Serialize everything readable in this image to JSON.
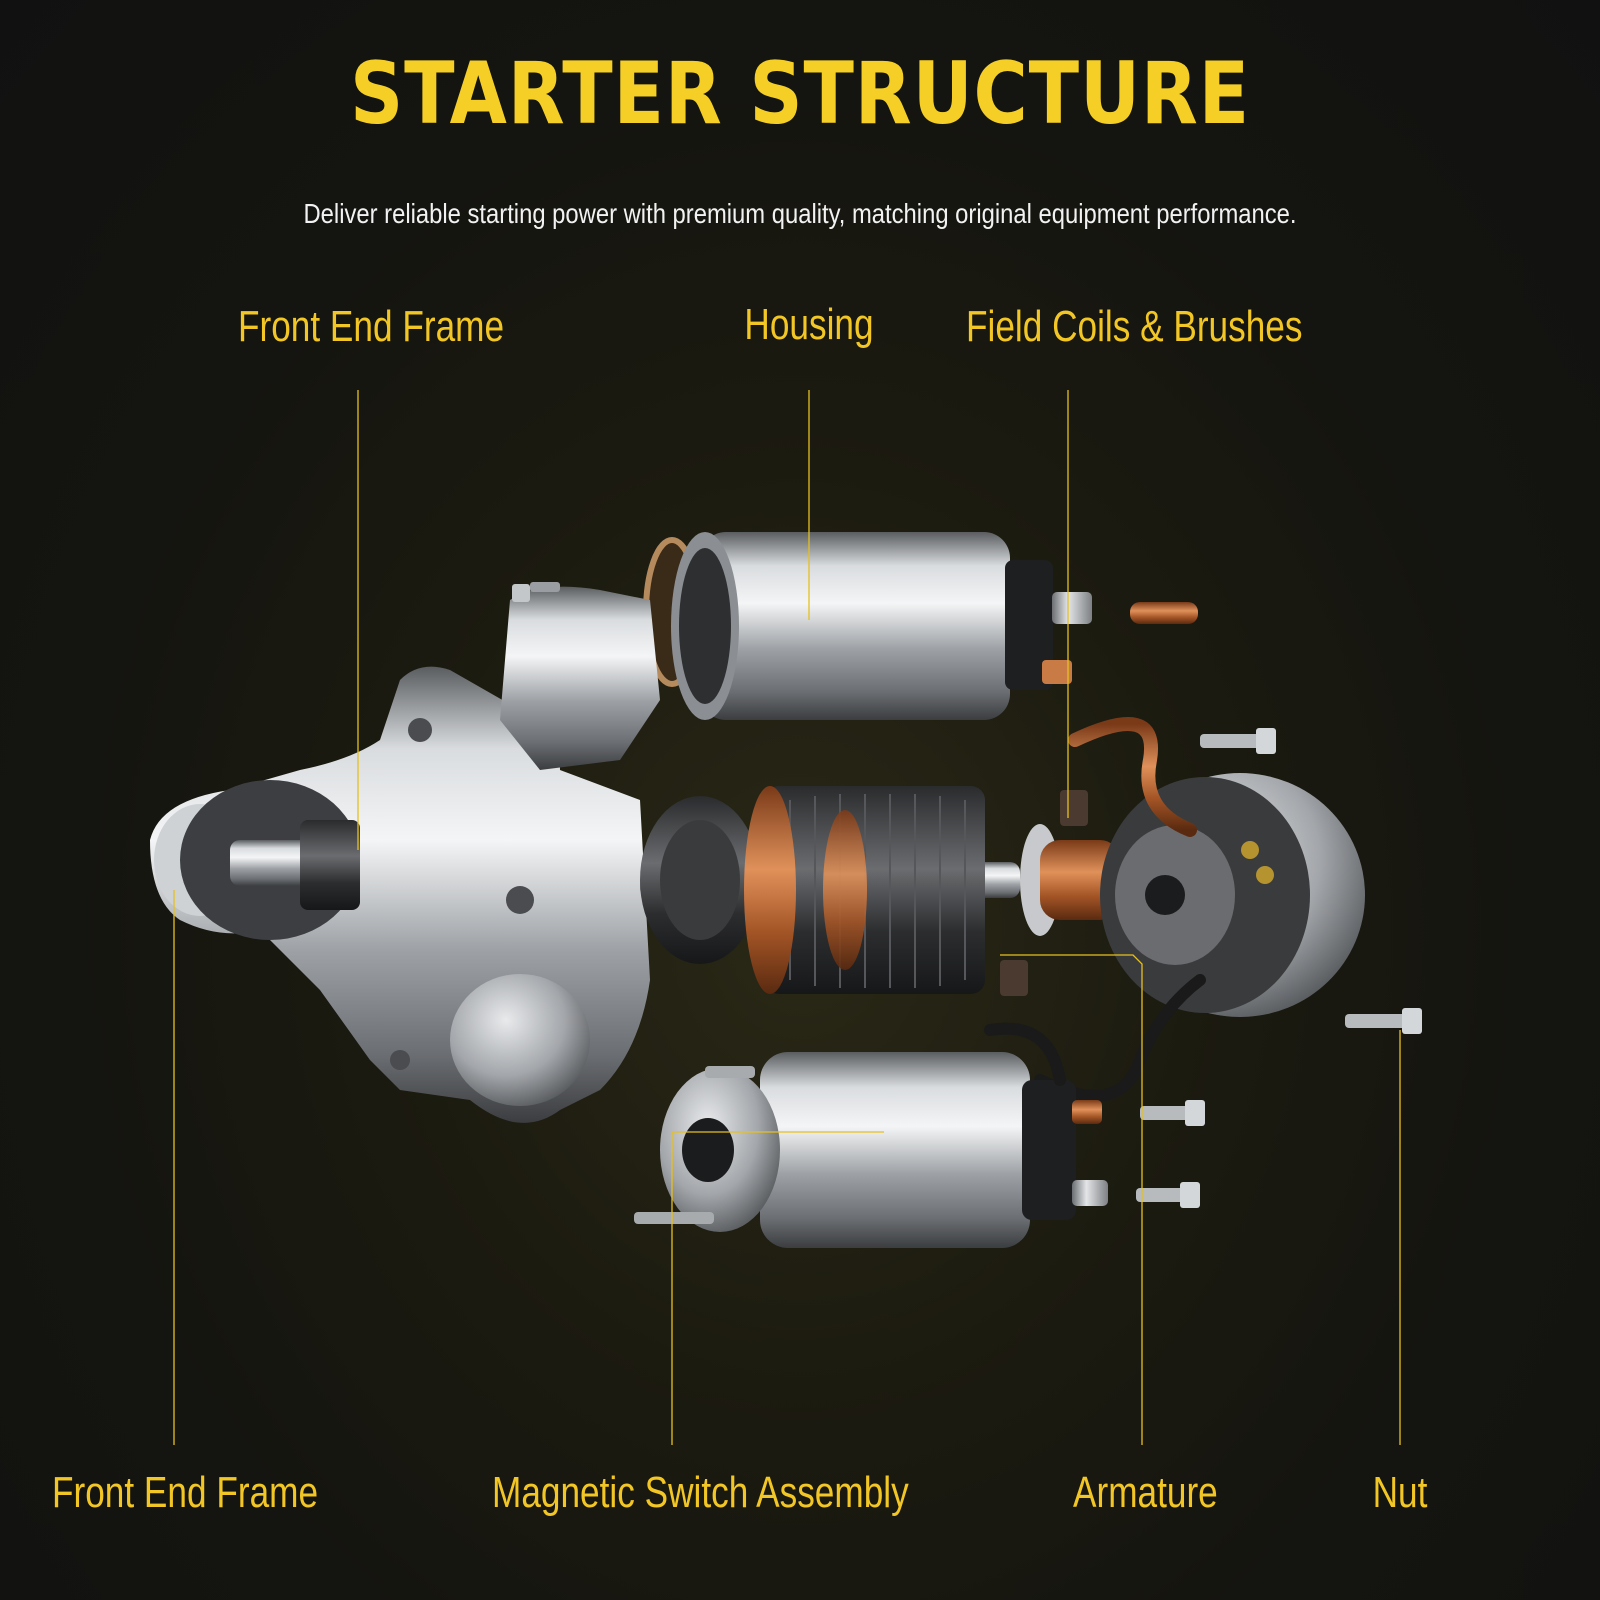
{
  "header": {
    "title": "STARTER STRUCTURE",
    "subtitle": "Deliver reliable starting power with premium quality, matching original equipment performance."
  },
  "callouts": {
    "front_end_frame_top": "Front End Frame",
    "housing": "Housing",
    "field_coils_brushes": "Field Coils & Brushes",
    "front_end_frame_bottom": "Front End Frame",
    "magnetic_switch_assembly": "Magnetic Switch Assembly",
    "armature": "Armature",
    "nut": "Nut"
  },
  "colors": {
    "accent": "#f5cf25",
    "background": "#141410",
    "subtitle_text": "#f2f2f2"
  }
}
